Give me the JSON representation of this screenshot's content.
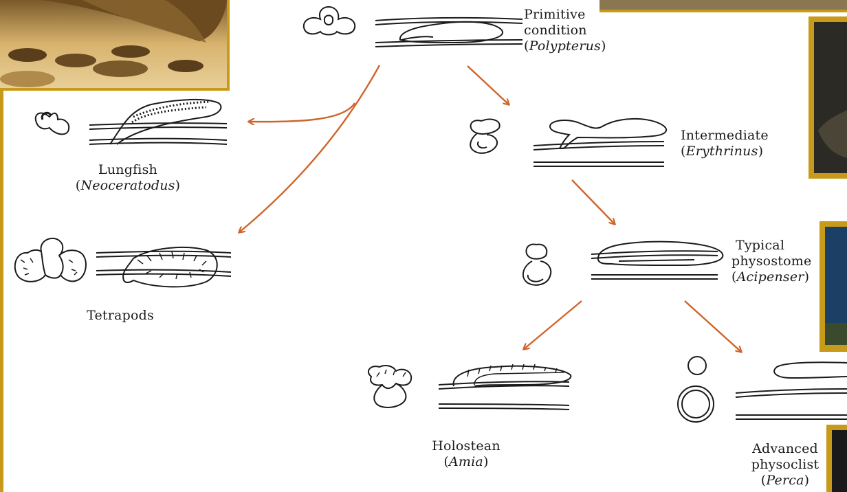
{
  "colors": {
    "arrow": "#d0642a",
    "frame": "#c79a1a",
    "ink": "#1a1a1a",
    "photo_sand": "#d9b77a",
    "photo_dark": "#2c2a24",
    "photo_blue": "#1c3f66"
  },
  "nodes": {
    "polypterus": {
      "line1": "Primitive",
      "line2": "condition",
      "species": "Polypterus"
    },
    "lungfish": {
      "line1": "Lungfish",
      "species": "Neoceratodus"
    },
    "tetrapods": {
      "line1": "Tetrapods"
    },
    "erythrinus": {
      "line1": "Intermediate",
      "species": "Erythrinus"
    },
    "acipenser": {
      "line1": "Typical",
      "line2": "physostome",
      "species": "Acipenser"
    },
    "amia": {
      "line1": "Holostean",
      "species": "Amia"
    },
    "perca": {
      "line1": "Advanced",
      "line2": "physoclist",
      "species": "Perca"
    }
  },
  "icons": [
    "photo-lungfish-icon",
    "photo-dark-fish-icon",
    "photo-blue-fish-icon",
    "swim-bladder-polypterus-icon",
    "swim-bladder-neoceratodus-icon",
    "swim-bladder-tetrapod-icon",
    "swim-bladder-erythrinus-icon",
    "swim-bladder-acipenser-icon",
    "swim-bladder-amia-icon",
    "swim-bladder-perca-icon"
  ]
}
